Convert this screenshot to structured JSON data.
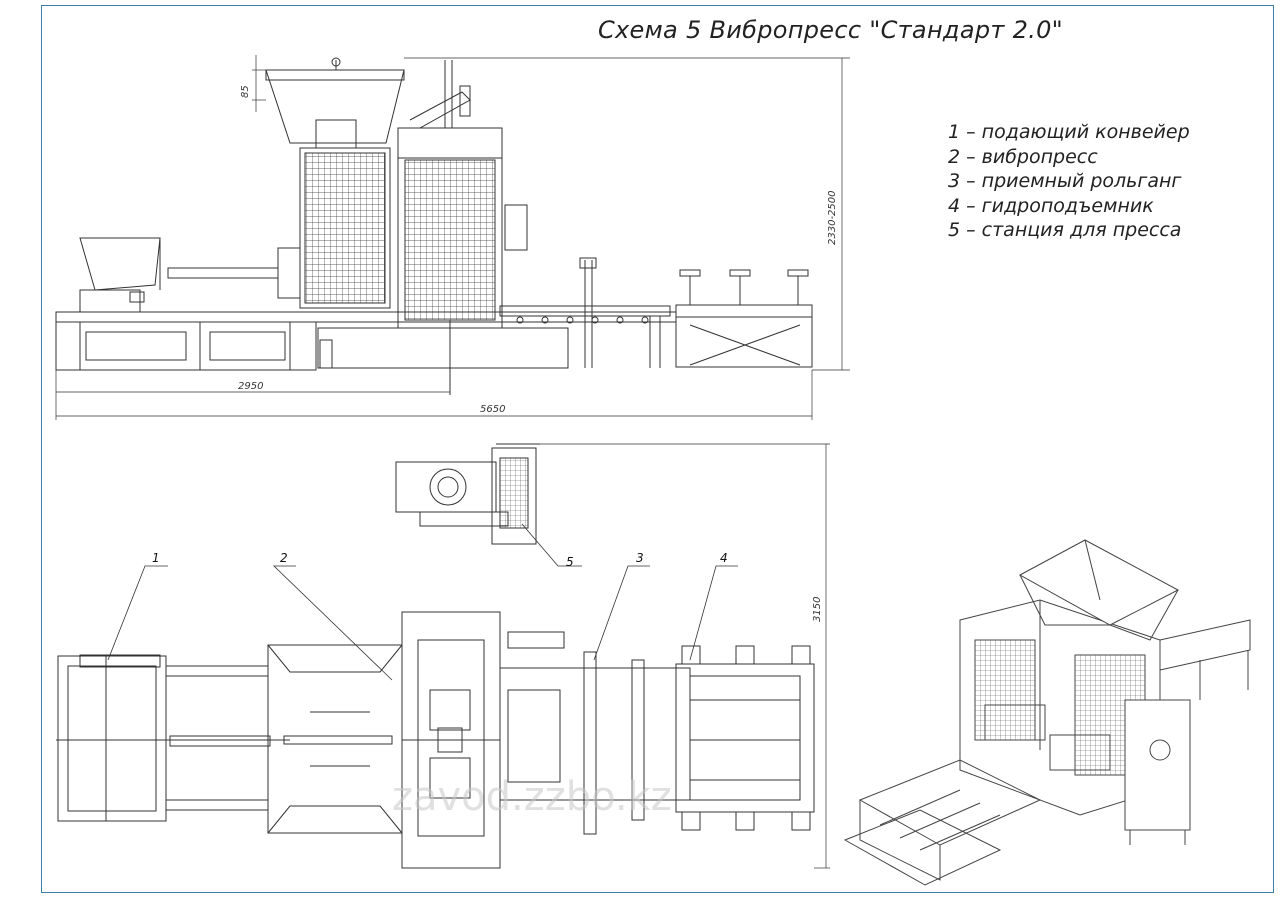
{
  "title": "Схема 5 Вибропресс \"Стандарт 2.0\"",
  "legend": [
    "1 – подающий конвейер",
    "2 – вибропресс",
    "3 – приемный рольганг",
    "4 – гидроподъемник",
    "5 – станция для пресса"
  ],
  "dimensions": {
    "d85": "85",
    "height": "2330-2500",
    "d2950": "2950",
    "d5650": "5650",
    "d3150": "3150"
  },
  "callouts": [
    "1",
    "2",
    "3",
    "4",
    "5"
  ],
  "watermark": "zavod.zzbo.kz",
  "colors": {
    "frame": "#3a7fa7",
    "lines": "#333333"
  }
}
